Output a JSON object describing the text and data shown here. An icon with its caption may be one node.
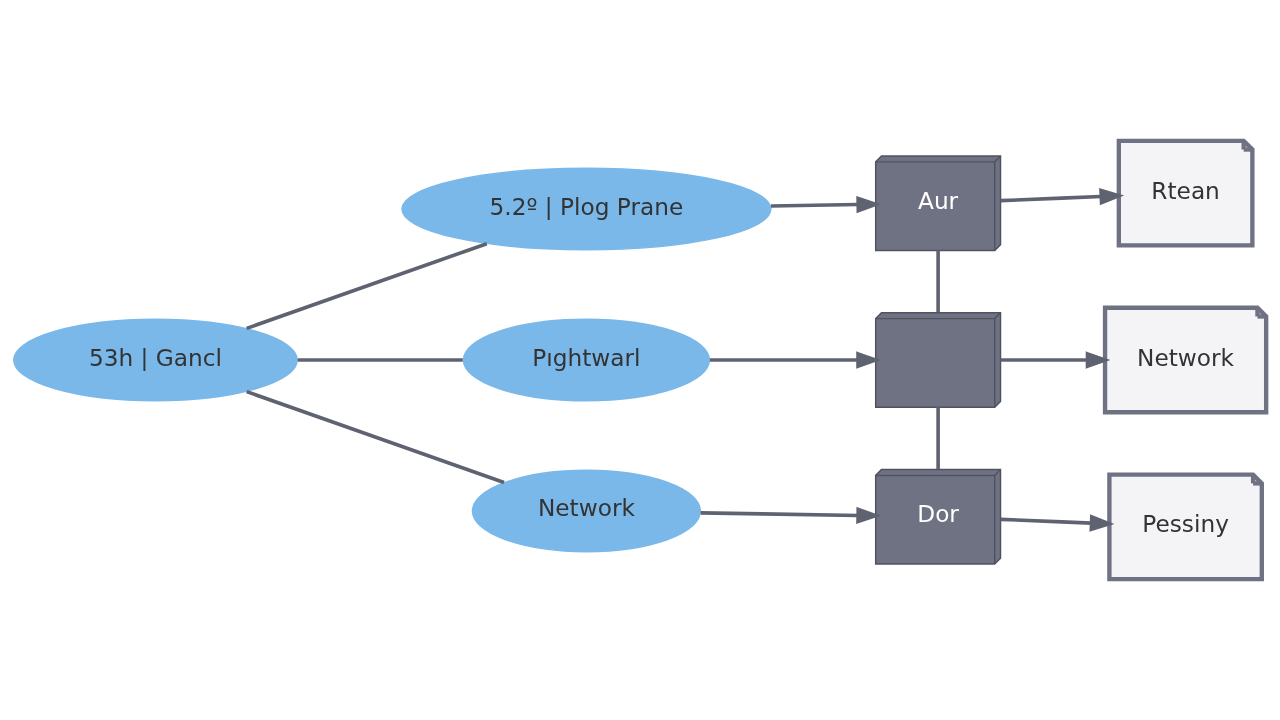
{
  "diagram": {
    "nodes": [
      {
        "text": [
          "53h | Gancl"
        ]
      },
      {
        "text": [
          "5.2º | Plog Prane"
        ]
      },
      {
        "text": [
          "Pıghtwarl"
        ]
      },
      {
        "text": [
          "Network"
        ]
      },
      {
        "text": [
          "Aur"
        ]
      },
      {
        "text": [],
        "shape": "server"
      },
      {
        "text": [
          "Dor"
        ]
      },
      {
        "text": [
          "Rtean"
        ]
      },
      {
        "text": [
          "Network"
        ]
      },
      {
        "text": [
          "Pessiny"
        ]
      }
    ],
    "edges": [
      {
        "from": 0,
        "to": 1,
        "arrow": "none"
      },
      {
        "from": 0,
        "to": 2,
        "arrow": "none"
      },
      {
        "from": 0,
        "to": 3,
        "arrow": "none"
      },
      {
        "from": 1,
        "to": 4,
        "arrow": "to"
      },
      {
        "from": 2,
        "to": 5,
        "arrow": "to"
      },
      {
        "from": 3,
        "to": 6,
        "arrow": "to"
      },
      {
        "from": 4,
        "to": 5,
        "arrow": "none"
      },
      {
        "from": 5,
        "to": 6,
        "arrow": "none"
      },
      {
        "from": 4,
        "to": 7,
        "arrow": "to"
      },
      {
        "from": 5,
        "to": 8,
        "arrow": "to"
      },
      {
        "from": 6,
        "to": 9,
        "arrow": "to"
      }
    ]
  }
}
